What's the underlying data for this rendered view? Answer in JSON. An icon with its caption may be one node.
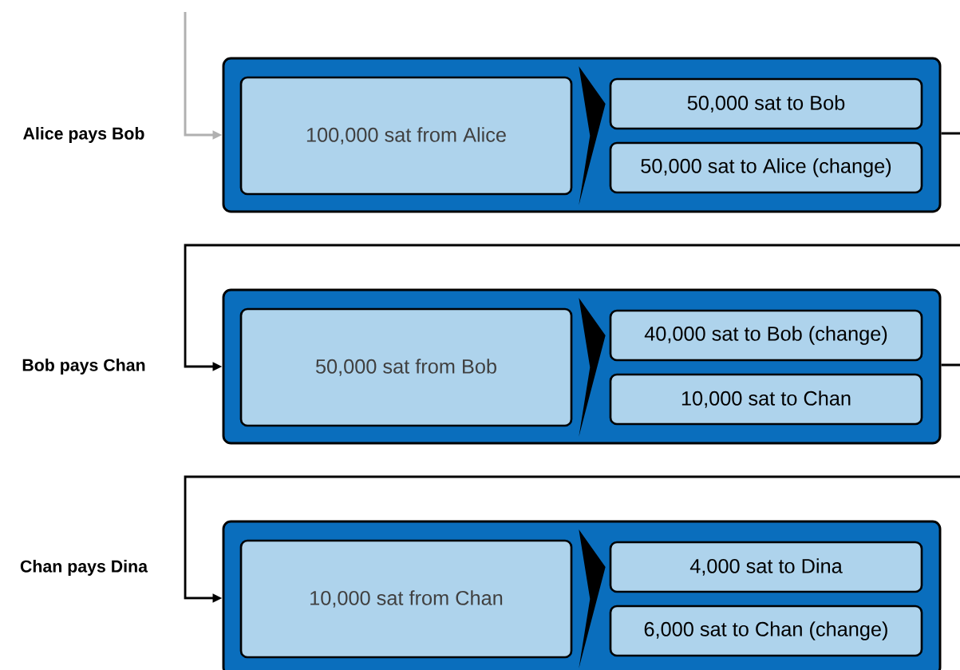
{
  "diagram": {
    "nodes": [
      {
        "text": [],
        "shape": "box"
      },
      {
        "text": [
          "100,000 sat from Alice"
        ],
        "in": 0
      },
      {
        "text": [
          "50,000 sat to Bob"
        ],
        "in": 0
      },
      {
        "text": [
          "50,000 sat to Alice (change)"
        ],
        "in": 0
      },
      {
        "text": [],
        "shape": "box"
      },
      {
        "text": [
          "50,000 sat from Bob"
        ],
        "in": 4
      },
      {
        "text": [
          "40,000 sat to Bob (change)"
        ],
        "in": 4
      },
      {
        "text": [
          "10,000 sat to Chan"
        ],
        "in": 4
      },
      {
        "text": [],
        "shape": "box"
      },
      {
        "text": [
          "10,000 sat from Chan"
        ],
        "in": 8
      },
      {
        "text": [
          "4,000 sat to Dina"
        ],
        "in": 8
      },
      {
        "text": [
          "6,000 sat to Chan (change)"
        ],
        "in": 8
      }
    ],
    "edges": [
      {
        "from": null,
        "to": 0,
        "arrow": "to",
        "color": "#b0b0b0"
      },
      {
        "from": 1,
        "to": 2,
        "arrow": "to"
      },
      {
        "from": 1,
        "to": 3,
        "arrow": "to"
      },
      {
        "from": 0,
        "to": 4,
        "arrow": "to"
      },
      {
        "from": 5,
        "to": 6,
        "arrow": "to"
      },
      {
        "from": 5,
        "to": 7,
        "arrow": "to"
      },
      {
        "from": 4,
        "to": 8,
        "arrow": "to"
      },
      {
        "from": 9,
        "to": 10,
        "arrow": "to"
      },
      {
        "from": 9,
        "to": 11,
        "arrow": "to"
      }
    ],
    "labels": [
      "Alice pays Bob",
      "Bob pays Chan",
      "Chan pays Dina"
    ]
  }
}
